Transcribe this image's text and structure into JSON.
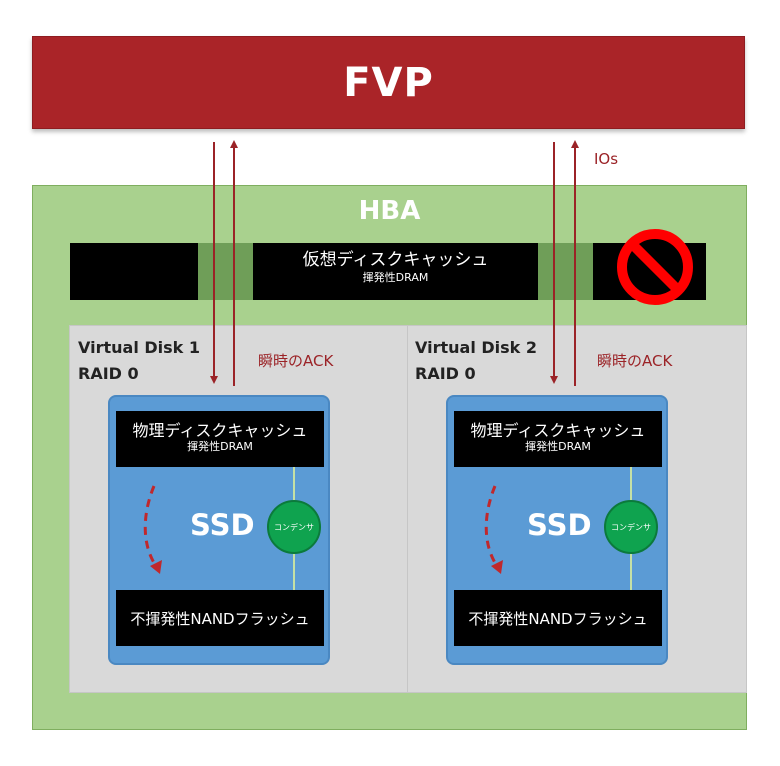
{
  "fvp": {
    "label": "FVP"
  },
  "hba": {
    "title": "HBA",
    "cache": {
      "title": "仮想ディスクキャッシュ",
      "subtitle": "揮発性DRAM"
    }
  },
  "ios_label": "IOs",
  "virtual_disks": [
    {
      "name": "Virtual Disk 1",
      "raid": "RAID 0",
      "ack": "瞬時のACK",
      "ssd": {
        "label": "SSD",
        "cache_title": "物理ディスクキャッシュ",
        "cache_subtitle": "揮発性DRAM",
        "nand": "不揮発性NANDフラッシュ",
        "capacitor": "コンデンサ"
      }
    },
    {
      "name": "Virtual Disk 2",
      "raid": "RAID 0",
      "ack": "瞬時のACK",
      "ssd": {
        "label": "SSD",
        "cache_title": "物理ディスクキャッシュ",
        "cache_subtitle": "揮発性DRAM",
        "nand": "不揮発性NANDフラッシュ",
        "capacitor": "コンデンサ"
      }
    }
  ],
  "colors": {
    "fvp": "#aa2428",
    "hba": "#a9d18e",
    "ssd": "#5b9bd5",
    "arrow": "#9b2327",
    "capacitor": "#0fa34f",
    "prohibited": "#ff0000"
  },
  "icons": {
    "disabled_cache": "prohibited-icon"
  }
}
